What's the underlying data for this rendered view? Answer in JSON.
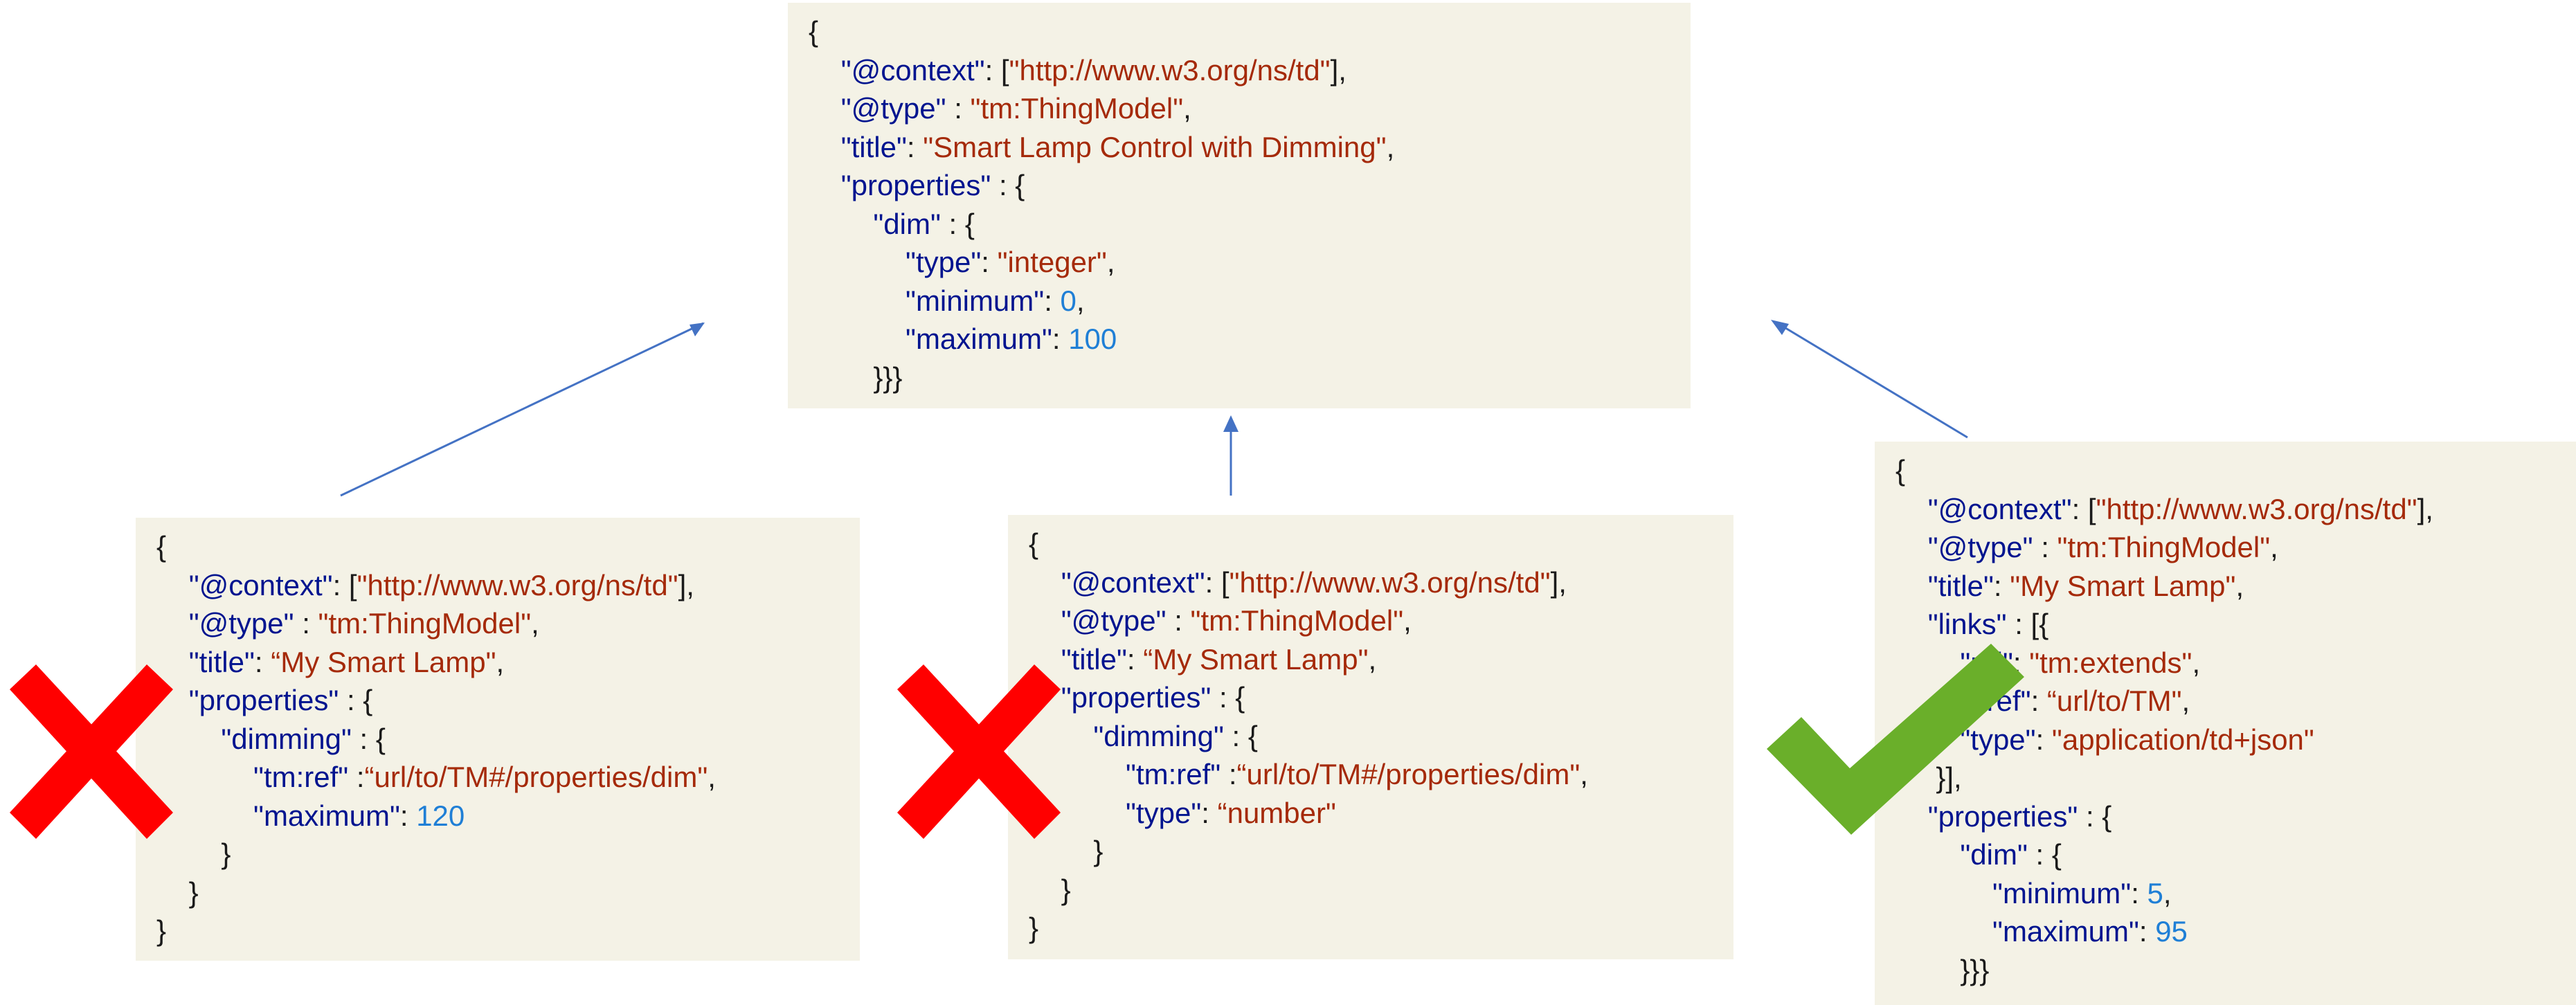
{
  "colors": {
    "box_bg": "#f4f2e6",
    "key": "#00148f",
    "string": "#a52a0a",
    "number": "#1f7fd6",
    "punct": "#1a1a1a",
    "arrow": "#4472c4",
    "invalid_mark": "#ff0000",
    "valid_mark": "#6aaf2a"
  },
  "icons": {
    "invalid": "cross-mark-icon",
    "valid": "check-mark-icon"
  },
  "parent_tm": {
    "lines": [
      [
        {
          "t": "p",
          "v": "{"
        }
      ],
      [
        {
          "t": "p",
          "v": "    "
        },
        {
          "t": "k",
          "v": "\"@context\""
        },
        {
          "t": "p",
          "v": ": ["
        },
        {
          "t": "s",
          "v": "\"http://www.w3.org/ns/td\""
        },
        {
          "t": "p",
          "v": "],"
        }
      ],
      [
        {
          "t": "p",
          "v": "    "
        },
        {
          "t": "k",
          "v": "\"@type\""
        },
        {
          "t": "p",
          "v": " : "
        },
        {
          "t": "s",
          "v": "\"tm:ThingModel\""
        },
        {
          "t": "p",
          "v": ","
        }
      ],
      [
        {
          "t": "p",
          "v": "    "
        },
        {
          "t": "k",
          "v": "\"title\""
        },
        {
          "t": "p",
          "v": ": "
        },
        {
          "t": "s",
          "v": "\"Smart Lamp Control with Dimming\""
        },
        {
          "t": "p",
          "v": ","
        }
      ],
      [
        {
          "t": "p",
          "v": "    "
        },
        {
          "t": "k",
          "v": "\"properties\""
        },
        {
          "t": "p",
          "v": " : {"
        }
      ],
      [
        {
          "t": "p",
          "v": "        "
        },
        {
          "t": "k",
          "v": "\"dim\""
        },
        {
          "t": "p",
          "v": " : {"
        }
      ],
      [
        {
          "t": "p",
          "v": "            "
        },
        {
          "t": "k",
          "v": "\"type\""
        },
        {
          "t": "p",
          "v": ": "
        },
        {
          "t": "s",
          "v": "\"integer\""
        },
        {
          "t": "p",
          "v": ","
        }
      ],
      [
        {
          "t": "p",
          "v": "            "
        },
        {
          "t": "k",
          "v": "\"minimum\""
        },
        {
          "t": "p",
          "v": ": "
        },
        {
          "t": "n",
          "v": "0"
        },
        {
          "t": "p",
          "v": ","
        }
      ],
      [
        {
          "t": "p",
          "v": "            "
        },
        {
          "t": "k",
          "v": "\"maximum\""
        },
        {
          "t": "p",
          "v": ": "
        },
        {
          "t": "n",
          "v": "100"
        }
      ],
      [
        {
          "t": "p",
          "v": "        }}}"
        }
      ]
    ]
  },
  "left_tm": {
    "lines": [
      [
        {
          "t": "p",
          "v": "{"
        }
      ],
      [
        {
          "t": "p",
          "v": "    "
        },
        {
          "t": "k",
          "v": "\"@context\""
        },
        {
          "t": "p",
          "v": ": ["
        },
        {
          "t": "s",
          "v": "\"http://www.w3.org/ns/td\""
        },
        {
          "t": "p",
          "v": "],"
        }
      ],
      [
        {
          "t": "p",
          "v": "    "
        },
        {
          "t": "k",
          "v": "\"@type\""
        },
        {
          "t": "p",
          "v": " : "
        },
        {
          "t": "s",
          "v": "\"tm:ThingModel\""
        },
        {
          "t": "p",
          "v": ","
        }
      ],
      [
        {
          "t": "p",
          "v": "    "
        },
        {
          "t": "k",
          "v": "\"title\""
        },
        {
          "t": "p",
          "v": ": "
        },
        {
          "t": "s",
          "v": "“My Smart Lamp\""
        },
        {
          "t": "p",
          "v": ","
        }
      ],
      [
        {
          "t": "p",
          "v": "    "
        },
        {
          "t": "k",
          "v": "\"properties\""
        },
        {
          "t": "p",
          "v": " : {"
        }
      ],
      [
        {
          "t": "p",
          "v": "        "
        },
        {
          "t": "k",
          "v": "\"dimming\""
        },
        {
          "t": "p",
          "v": " : {"
        }
      ],
      [
        {
          "t": "p",
          "v": "            "
        },
        {
          "t": "k",
          "v": "\"tm:ref\""
        },
        {
          "t": "p",
          "v": " :"
        },
        {
          "t": "s",
          "v": "“url/to/TM#/properties/dim\""
        },
        {
          "t": "p",
          "v": ","
        }
      ],
      [
        {
          "t": "p",
          "v": "            "
        },
        {
          "t": "k",
          "v": "\"maximum\""
        },
        {
          "t": "p",
          "v": ": "
        },
        {
          "t": "n",
          "v": "120"
        }
      ],
      [
        {
          "t": "p",
          "v": "        }"
        }
      ],
      [
        {
          "t": "p",
          "v": "    }"
        }
      ],
      [
        {
          "t": "p",
          "v": "}"
        }
      ]
    ]
  },
  "middle_tm": {
    "lines": [
      [
        {
          "t": "p",
          "v": "{"
        }
      ],
      [
        {
          "t": "p",
          "v": "    "
        },
        {
          "t": "k",
          "v": "\"@context\""
        },
        {
          "t": "p",
          "v": ": ["
        },
        {
          "t": "s",
          "v": "\"http://www.w3.org/ns/td\""
        },
        {
          "t": "p",
          "v": "],"
        }
      ],
      [
        {
          "t": "p",
          "v": "    "
        },
        {
          "t": "k",
          "v": "\"@type\""
        },
        {
          "t": "p",
          "v": " : "
        },
        {
          "t": "s",
          "v": "\"tm:ThingModel\""
        },
        {
          "t": "p",
          "v": ","
        }
      ],
      [
        {
          "t": "p",
          "v": "    "
        },
        {
          "t": "k",
          "v": "\"title\""
        },
        {
          "t": "p",
          "v": ": "
        },
        {
          "t": "s",
          "v": "“My Smart Lamp\""
        },
        {
          "t": "p",
          "v": ","
        }
      ],
      [
        {
          "t": "p",
          "v": "    "
        },
        {
          "t": "k",
          "v": "\"properties\""
        },
        {
          "t": "p",
          "v": " : {"
        }
      ],
      [
        {
          "t": "p",
          "v": "        "
        },
        {
          "t": "k",
          "v": "\"dimming\""
        },
        {
          "t": "p",
          "v": " : {"
        }
      ],
      [
        {
          "t": "p",
          "v": "            "
        },
        {
          "t": "k",
          "v": "\"tm:ref\""
        },
        {
          "t": "p",
          "v": " :"
        },
        {
          "t": "s",
          "v": "“url/to/TM#/properties/dim\""
        },
        {
          "t": "p",
          "v": ","
        }
      ],
      [
        {
          "t": "p",
          "v": "            "
        },
        {
          "t": "k",
          "v": "\"type\""
        },
        {
          "t": "p",
          "v": ": "
        },
        {
          "t": "s",
          "v": "“number\""
        }
      ],
      [
        {
          "t": "p",
          "v": "        }"
        }
      ],
      [
        {
          "t": "p",
          "v": "    }"
        }
      ],
      [
        {
          "t": "p",
          "v": "}"
        }
      ]
    ]
  },
  "right_tm": {
    "lines": [
      [
        {
          "t": "p",
          "v": "{"
        }
      ],
      [
        {
          "t": "p",
          "v": "    "
        },
        {
          "t": "k",
          "v": "\"@context\""
        },
        {
          "t": "p",
          "v": ": ["
        },
        {
          "t": "s",
          "v": "\"http://www.w3.org/ns/td\""
        },
        {
          "t": "p",
          "v": "],"
        }
      ],
      [
        {
          "t": "p",
          "v": "    "
        },
        {
          "t": "k",
          "v": "\"@type\""
        },
        {
          "t": "p",
          "v": " : "
        },
        {
          "t": "s",
          "v": "\"tm:ThingModel\""
        },
        {
          "t": "p",
          "v": ","
        }
      ],
      [
        {
          "t": "p",
          "v": "    "
        },
        {
          "t": "k",
          "v": "\"title\""
        },
        {
          "t": "p",
          "v": ": "
        },
        {
          "t": "s",
          "v": "\"My Smart Lamp\""
        },
        {
          "t": "p",
          "v": ","
        }
      ],
      [
        {
          "t": "p",
          "v": "    "
        },
        {
          "t": "k",
          "v": "\"links\""
        },
        {
          "t": "p",
          "v": " : [{"
        }
      ],
      [
        {
          "t": "p",
          "v": "        "
        },
        {
          "t": "k",
          "v": "\"rel\""
        },
        {
          "t": "p",
          "v": ": "
        },
        {
          "t": "s",
          "v": "\"tm:extends\""
        },
        {
          "t": "p",
          "v": ","
        }
      ],
      [
        {
          "t": "p",
          "v": "        "
        },
        {
          "t": "k",
          "v": "\"href\""
        },
        {
          "t": "p",
          "v": ": "
        },
        {
          "t": "s",
          "v": "“url/to/TM\""
        },
        {
          "t": "p",
          "v": ","
        }
      ],
      [
        {
          "t": "p",
          "v": "        "
        },
        {
          "t": "k",
          "v": "\"type\""
        },
        {
          "t": "p",
          "v": ": "
        },
        {
          "t": "s",
          "v": "\"application/td+json\""
        }
      ],
      [
        {
          "t": "p",
          "v": "     }],"
        }
      ],
      [
        {
          "t": "p",
          "v": "    "
        },
        {
          "t": "k",
          "v": "\"properties\""
        },
        {
          "t": "p",
          "v": " : {"
        }
      ],
      [
        {
          "t": "p",
          "v": "        "
        },
        {
          "t": "k",
          "v": "\"dim\""
        },
        {
          "t": "p",
          "v": " : {"
        }
      ],
      [
        {
          "t": "p",
          "v": "            "
        },
        {
          "t": "k",
          "v": "\"minimum\""
        },
        {
          "t": "p",
          "v": ": "
        },
        {
          "t": "n",
          "v": "5"
        },
        {
          "t": "p",
          "v": ","
        }
      ],
      [
        {
          "t": "p",
          "v": "            "
        },
        {
          "t": "k",
          "v": "\"maximum\""
        },
        {
          "t": "p",
          "v": ": "
        },
        {
          "t": "n",
          "v": "95"
        }
      ],
      [
        {
          "t": "p",
          "v": "        }}}"
        }
      ]
    ]
  }
}
